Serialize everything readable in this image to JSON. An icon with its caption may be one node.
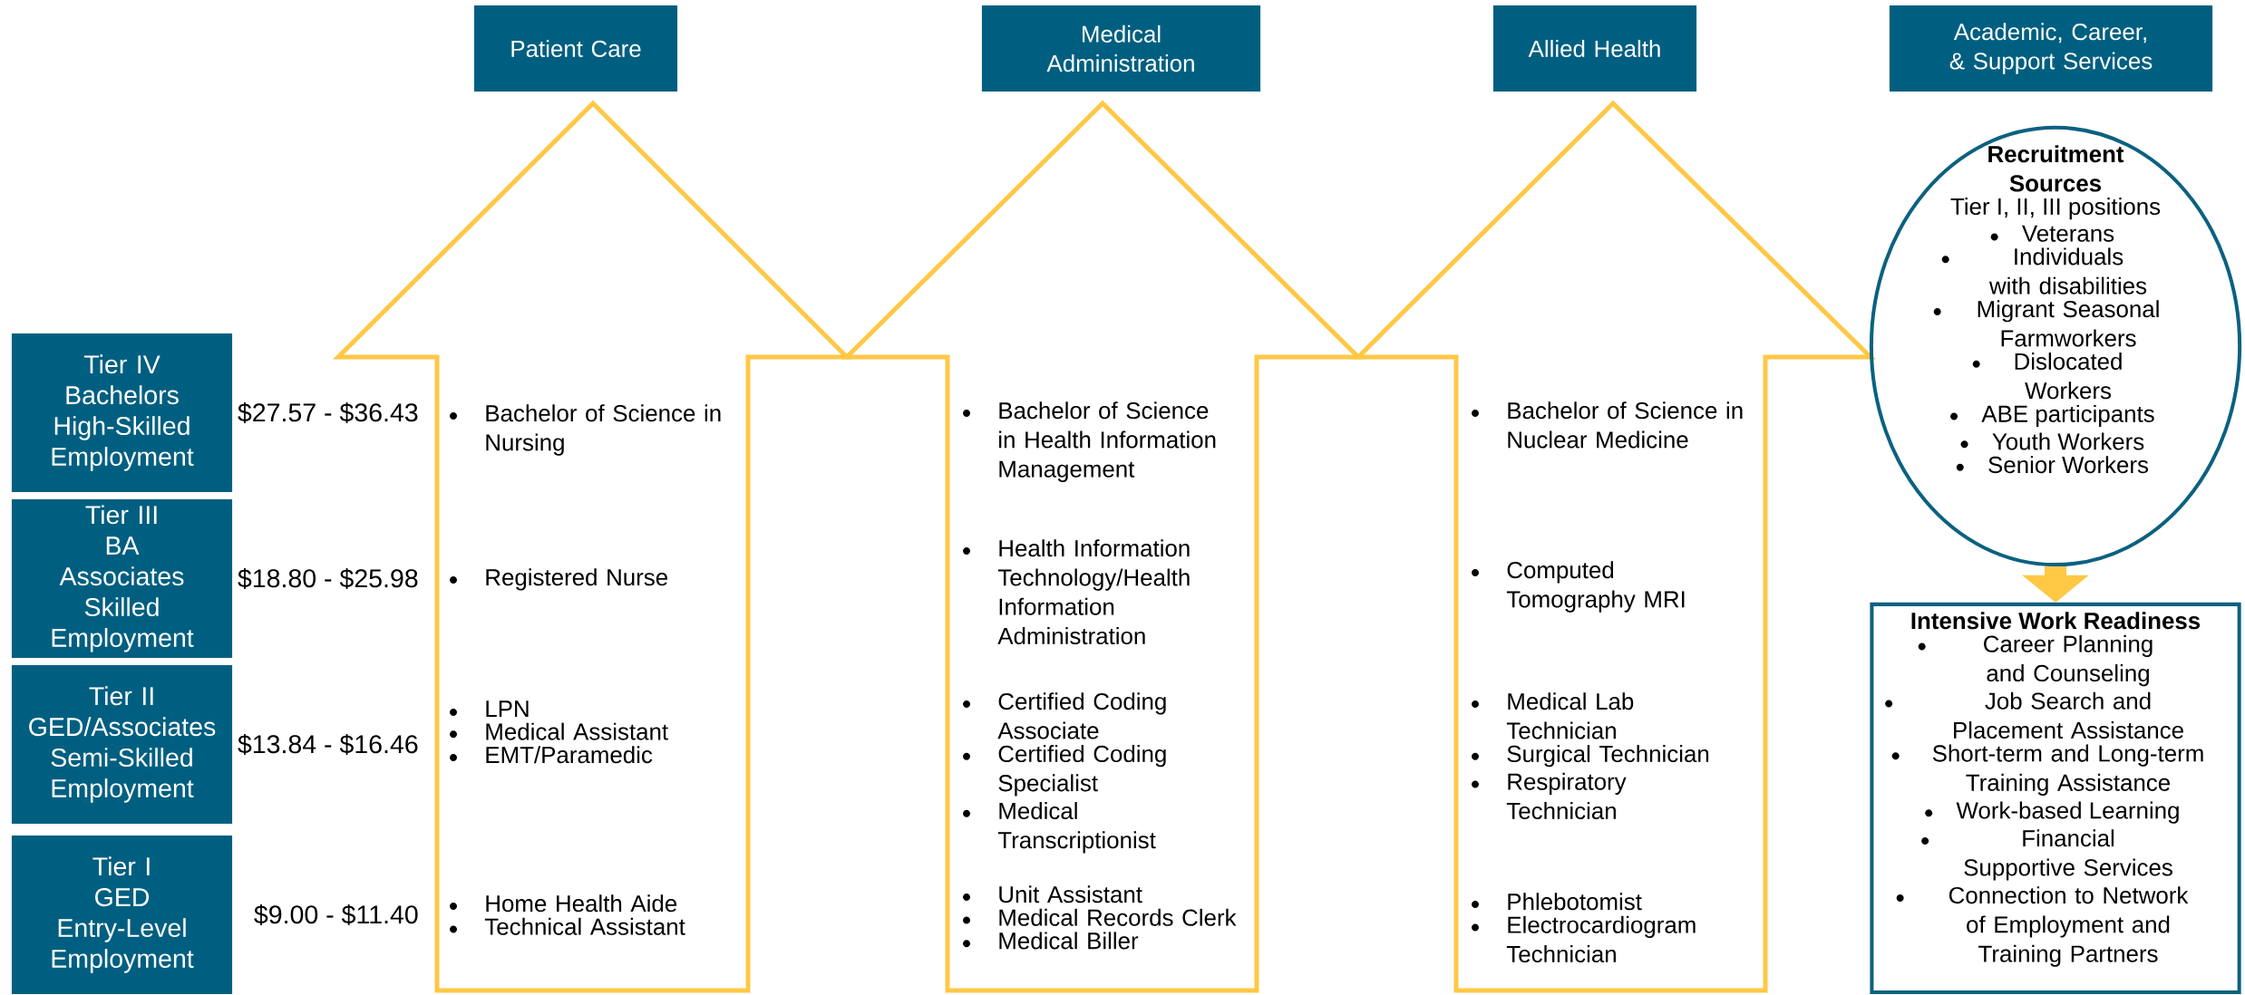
{
  "diagram": {
    "nodes": [
      {
        "text": [
          "Patient Care"
        ]
      },
      {
        "text": [
          "Medical Administration"
        ]
      },
      {
        "text": [
          "Allied Health"
        ]
      },
      {
        "text": [
          "Academic, Career, & Support Services"
        ]
      },
      {
        "text": [
          "Tier IV",
          "Bachelors",
          "High-Skilled Employment"
        ]
      },
      {
        "text": [
          "Tier III",
          "BA",
          "Associates",
          "Skilled Employment"
        ]
      },
      {
        "text": [
          "Tier II",
          "GED/Associates",
          "Semi-Skilled Employment"
        ]
      },
      {
        "text": [
          "Tier I",
          "GED",
          "Entry-Level Employment"
        ]
      },
      {
        "text": [
          "Bachelor of Science in Nursing",
          "Registered Nurse",
          "LPN",
          "Medical Assistant",
          "EMT/Paramedic",
          "Home Health Aide",
          "Technical Assistant"
        ]
      },
      {
        "text": [
          "Bachelor of Science in Health Information Management",
          "Health Information Technology/Health Information Administration",
          "Certified Coding Associate",
          "Certified Coding Specialist",
          "Medical Transcriptionist",
          "Unit Assistant",
          "Medical Records Clerk",
          "Medical Biller"
        ]
      },
      {
        "text": [
          "Bachelor of Science in Nuclear Medicine",
          "Computed Tomography MRI",
          "Medical Lab Technician",
          "Surgical Technician",
          "Respiratory Technician",
          "Phlebotomist",
          "Electrocardiogram Technician"
        ]
      },
      {
        "text": [
          "Recruitment Sources",
          "Tier I, II, III positions",
          "Veterans",
          "Individuals with disabilities",
          "Migrant Seasonal Farmworkers",
          "Dislocated Workers",
          "ABE participants",
          "Youth Workers",
          "Senior Workers"
        ]
      },
      {
        "text": [
          "Intensive Work Readiness",
          "Career Planning and Counseling",
          "Job Search and Placement Assistance",
          "Short-term and Long-term Training Assistance",
          "Work-based Learning",
          "Financial Supportive Services",
          "Connection to Network of Employment and Training Partners"
        ]
      }
    ],
    "edges": [
      {
        "from": 11,
        "to": 12,
        "arrow": "to"
      }
    ],
    "labels": [
      "$27.57 - $36.43",
      "$18.80 - $25.98",
      "$13.84 - $16.46",
      "$9.00 - $11.40"
    ]
  }
}
